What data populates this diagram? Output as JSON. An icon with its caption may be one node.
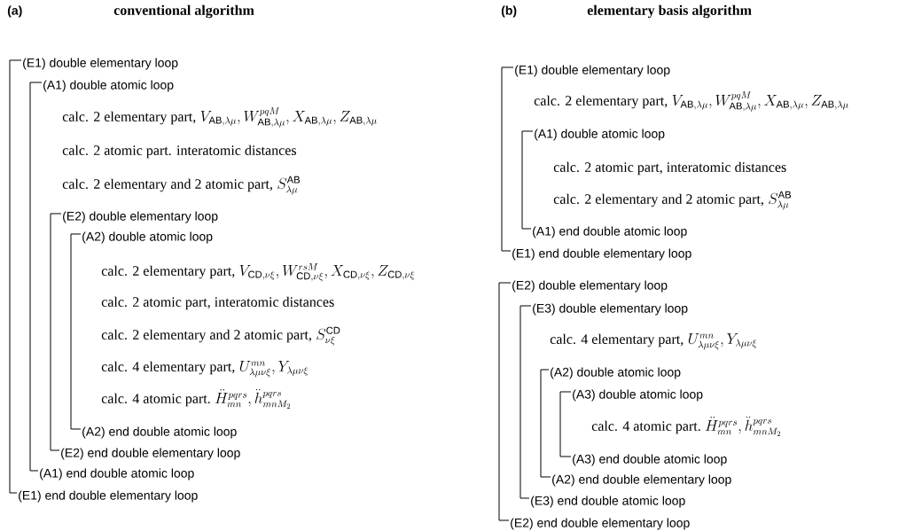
{
  "diagram": {
    "labels": [
      "(a)",
      "conventional algorithm",
      "(b)",
      "elementary basis algorithm",
      "(E1) double elementary loop",
      "(A1) double atomic loop",
      "calc. 2 elementary part,",
      "V_{\\mathrm{AB},\\lambda\\mu}, W^{pqM}_{\\mathrm{AB},\\lambda\\mu}, X_{\\mathrm{AB},\\lambda\\mu}, Z_{\\mathrm{AB},\\lambda\\mu}",
      "calc. 2 atomic part. interatomic distances",
      "calc. 2 elementary and 2 atomic part,",
      "S^{\\mathrm{AB}}_{\\lambda\\mu}",
      "(E2) double elementary loop",
      "(A2) double atomic loop",
      "calc. 2 elementary part,",
      "V_{\\mathrm{CD},\\nu\\xi}, W^{rsM}_{\\mathrm{CD},\\nu\\xi}, X_{\\mathrm{CD},\\nu\\xi}, Z_{\\mathrm{CD},\\nu\\xi}",
      "calc. 2 atomic part, interatomic distances",
      "calc. 2 elementary and 2 atomic part,",
      "S^{\\mathrm{CD}}_{\\nu\\xi}",
      "calc. 4 elementary part,",
      "U^{mn}_{\\lambda\\mu\\nu\\xi}, Y_{\\lambda\\mu\\nu\\xi}",
      "calc. 4 atomic part.",
      "\\ddot{H}^{pqrs}_{mn}, \\ddot{h}^{pqrs}_{mnM_2}",
      "(A2) end double atomic loop",
      "(E2) end double elementary loop",
      "(A1) end double atomic loop",
      "(E1) end double elementary loop",
      "(E1) double elementary loop",
      "calc. 2 elementary part,",
      "V_{\\mathrm{AB},\\lambda\\mu}, W^{pqM}_{\\mathrm{AB},\\lambda\\mu}, X_{\\mathrm{AB},\\lambda\\mu}, Z_{\\mathrm{AB},\\lambda\\mu}",
      "(A1) double atomic loop",
      "calc. 2 atomic part, interatomic distances",
      "calc. 2 elementary and 2 atomic part,",
      "S^{\\mathrm{AB}}_{\\lambda\\mu}",
      "(A1) end double atomic loop",
      "(E1) end double elementary loop",
      "(E2) double elementary loop",
      "(E3) double elementary loop",
      "calc. 4 elementary part,",
      "U^{mn}_{\\lambda\\mu\\nu\\xi}, Y_{\\lambda\\mu\\nu\\xi}",
      "(A2) double atomic loop",
      "(A3) double atomic loop",
      "calc. 4 atomic part.",
      "\\ddot{H}^{pqrs}_{mn}, \\ddot{h}^{pqrs}_{mnM_2}",
      "(A3) end double atomic loop",
      "(A2) end double elementary loop",
      "(E3) end double atomic loop",
      "(E2) end double elementary loop"
    ]
  }
}
